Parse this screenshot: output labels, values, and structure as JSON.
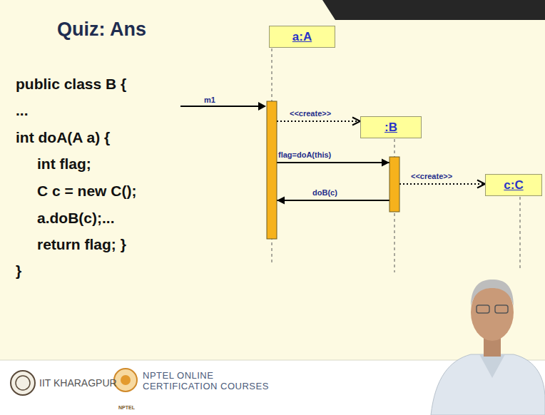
{
  "diagram": {
    "title": "Quiz: Ans",
    "nodes": [
      {
        "text": [
          "a:A"
        ]
      },
      {
        "text": [
          ":B"
        ]
      },
      {
        "text": [
          "c:C"
        ]
      }
    ],
    "edges": [
      {
        "from": 0,
        "to": 1,
        "label": "<<create>>",
        "arrow": "to"
      },
      {
        "from": 0,
        "to": 1,
        "label": "flag=doA(this)",
        "arrow": "to"
      },
      {
        "from": 1,
        "to": 2,
        "label": "<<create>>",
        "arrow": "to"
      },
      {
        "from": 1,
        "to": 0,
        "label": "doB(c)",
        "arrow": "to"
      }
    ],
    "labels": [
      "m1",
      "public class B {",
      "...",
      "int doA(A a) {",
      "int flag;",
      "C c = new C();",
      "a.doB(c);...",
      "return flag; }",
      "}",
      "IIT KHARAGPUR",
      "NPTEL ONLINE CERTIFICATION COURSES",
      "NPTEL"
    ]
  }
}
